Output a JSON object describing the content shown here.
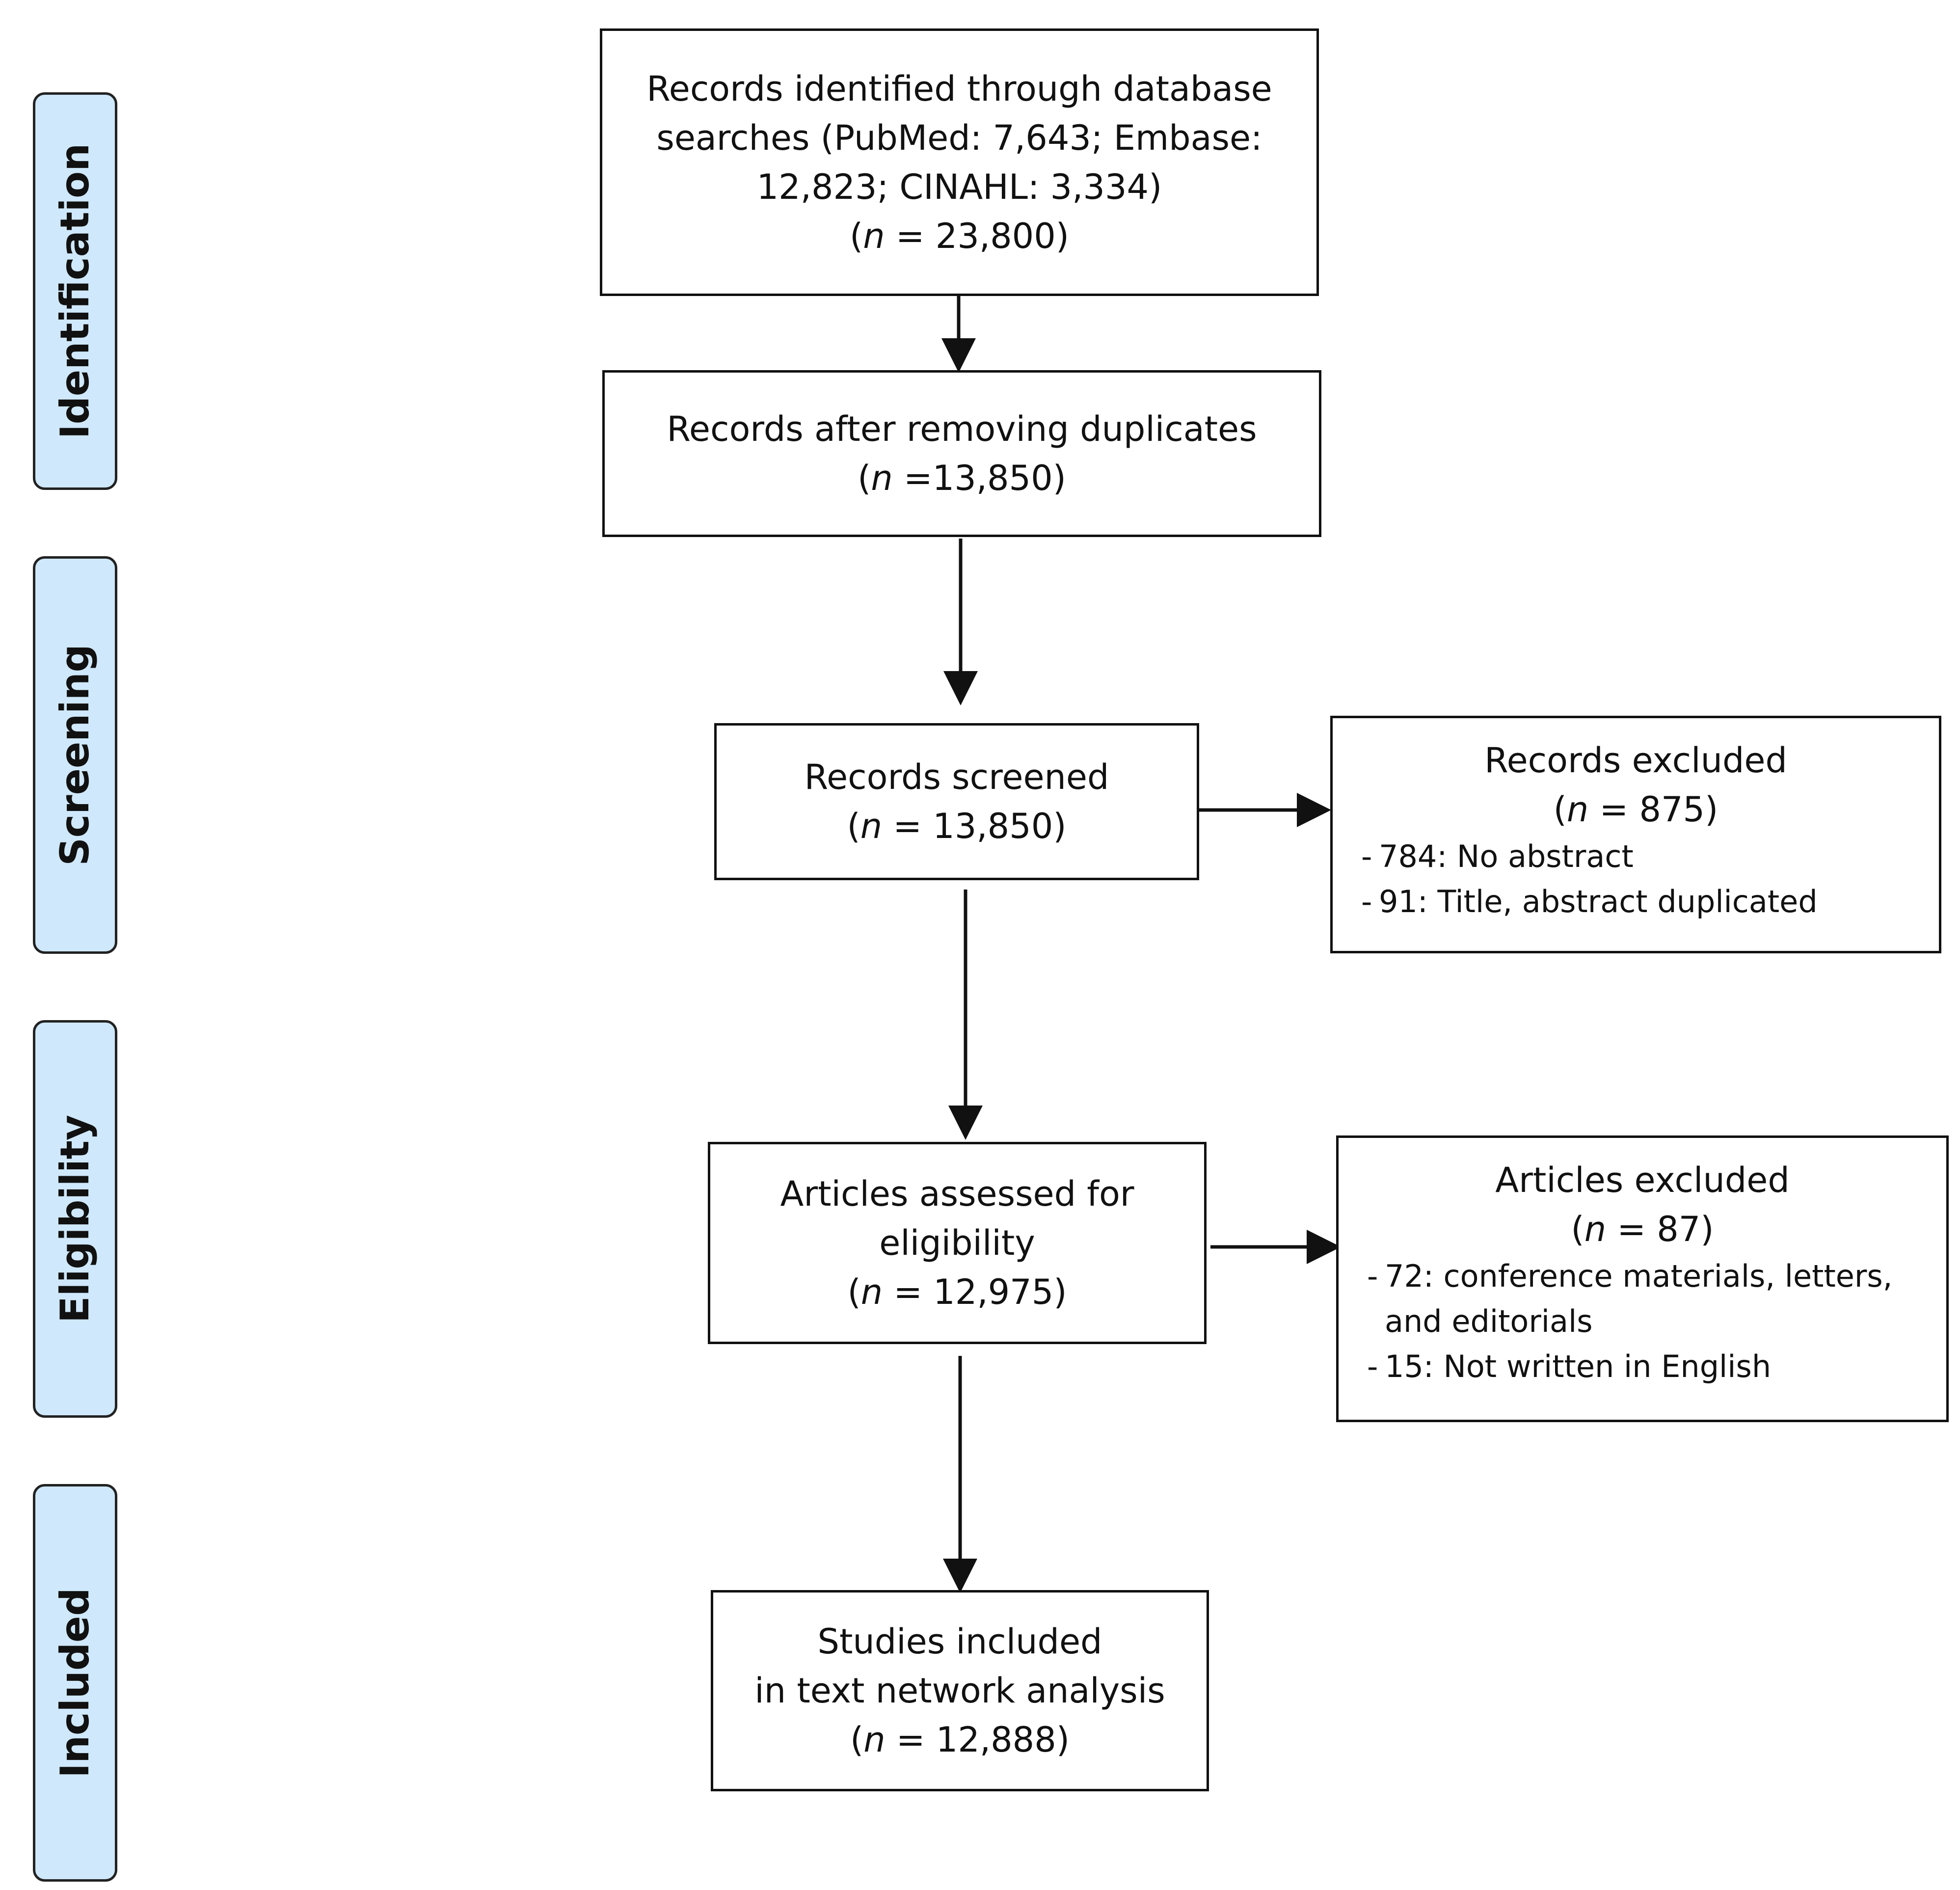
{
  "stages": [
    {
      "id": "identification",
      "label": "Identification"
    },
    {
      "id": "screening",
      "label": "Screening"
    },
    {
      "id": "eligibility",
      "label": "Eligibility"
    },
    {
      "id": "included",
      "label": "Included"
    }
  ],
  "boxes": {
    "identified": {
      "lines": [
        "Records identified through database",
        "searches (PubMed: 7,643; Embase:",
        "12,823; CINAHL: 3,334)"
      ],
      "n_prefix": "(",
      "n_symbol": "n",
      "n_value": " = 23,800)"
    },
    "deduplicated": {
      "lines": [
        "Records after removing duplicates"
      ],
      "n_prefix": "(",
      "n_symbol": "n",
      "n_value": " =13,850)"
    },
    "screened": {
      "lines": [
        "Records screened"
      ],
      "n_prefix": "(",
      "n_symbol": "n",
      "n_value": " = 13,850)"
    },
    "assessed": {
      "lines": [
        "Articles assessed for",
        "eligibility"
      ],
      "n_prefix": "(",
      "n_symbol": "n",
      "n_value": " = 12,975)"
    },
    "included": {
      "lines": [
        "Studies included",
        "in text network analysis"
      ],
      "n_prefix": "(",
      "n_symbol": "n",
      "n_value": " = 12,888)"
    }
  },
  "exclusions": {
    "records_excluded": {
      "title": "Records excluded",
      "n_prefix": "(",
      "n_symbol": "n",
      "n_value": " = 875)",
      "dash": "-",
      "items": [
        "784: No abstract",
        "91: Title, abstract duplicated"
      ]
    },
    "articles_excluded": {
      "title": "Articles excluded",
      "n_prefix": "(",
      "n_symbol": "n",
      "n_value": " = 87)",
      "dash": "-",
      "items": [
        "72: conference materials, letters, and editorials",
        "15: Not written in English"
      ]
    }
  },
  "colors": {
    "stage_fill": "#cfe8fb",
    "stroke": "#111111"
  }
}
